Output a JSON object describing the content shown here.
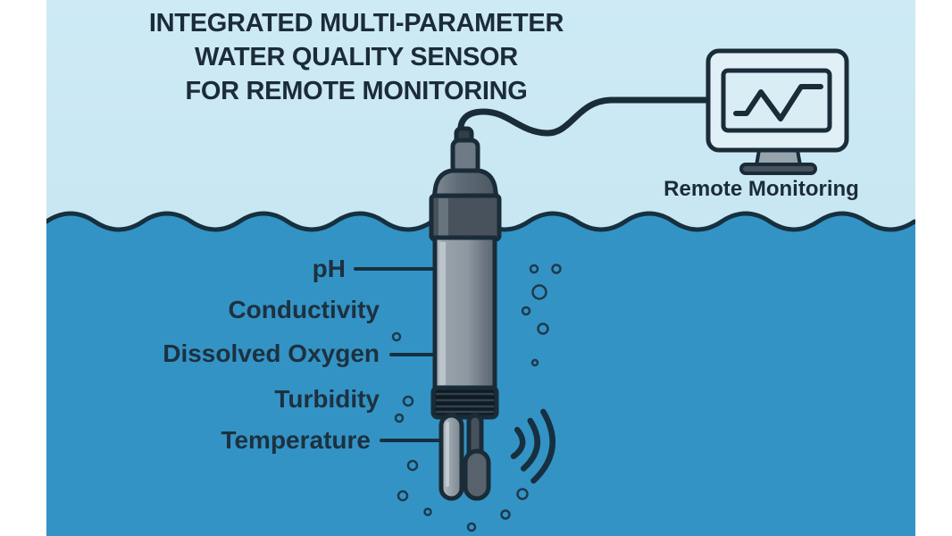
{
  "title": {
    "line1": "INTEGRATED MULTI-PARAMETER",
    "line2": "WATER QUALITY SENSOR",
    "line3": "FOR REMOTE MONITORING"
  },
  "parameter_labels": {
    "items": [
      {
        "text": "pH",
        "has_leader_line": true
      },
      {
        "text": "Conductivity",
        "has_leader_line": false
      },
      {
        "text": "Dissolved Oxygen",
        "has_leader_line": true
      },
      {
        "text": "Turbidity",
        "has_leader_line": false
      },
      {
        "text": "Temperature",
        "has_leader_line": true
      }
    ]
  },
  "monitor": {
    "label": "Remote Monitoring",
    "screen_icon": "line-chart-icon"
  },
  "icons": [
    "water-wave",
    "bubbles",
    "sensor-probe",
    "signal-waves-icon",
    "cable",
    "monitor-icon"
  ],
  "colors": {
    "page_background": "#ffffff",
    "sky": "#c7e5f2",
    "water": "#3493c5",
    "ink_outline": "#192c38",
    "sensor_body_gray": "#8f99a2",
    "sensor_collar_gray": "#47525d",
    "monitor_fill": "#e1f0f6",
    "stand_gray": "#97a3ad"
  }
}
